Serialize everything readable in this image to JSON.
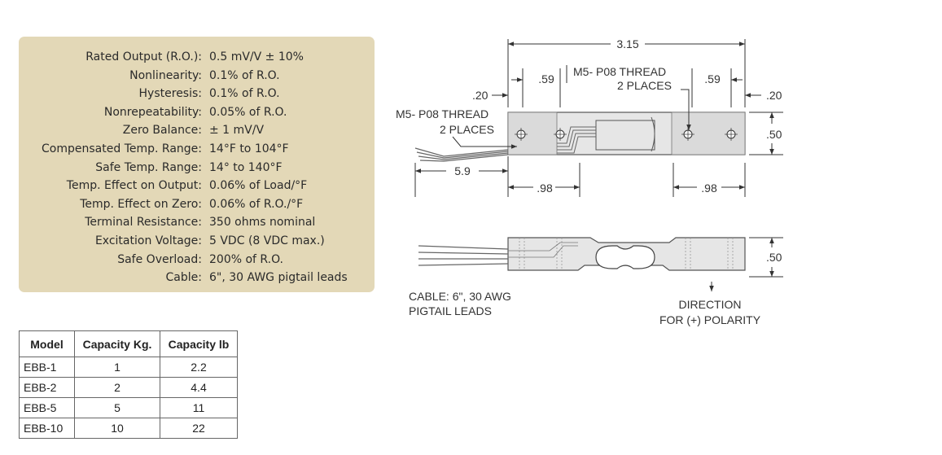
{
  "specs": [
    {
      "label": "Rated Output (R.O.):",
      "value": "0.5 mV/V ± 10%"
    },
    {
      "label": "Nonlinearity:",
      "value": "0.1% of R.O."
    },
    {
      "label": "Hysteresis:",
      "value": "0.1% of R.O."
    },
    {
      "label": "Nonrepeatability:",
      "value": "0.05% of R.O."
    },
    {
      "label": "Zero Balance:",
      "value": "± 1 mV/V"
    },
    {
      "label": "Compensated Temp. Range:",
      "value": "14°F to 104°F"
    },
    {
      "label": "Safe Temp. Range:",
      "value": "14° to 140°F"
    },
    {
      "label": "Temp. Effect on Output:",
      "value": "0.06% of Load/°F"
    },
    {
      "label": "Temp. Effect on Zero:",
      "value": "0.06% of R.O./°F"
    },
    {
      "label": "Terminal Resistance:",
      "value": "350 ohms nominal"
    },
    {
      "label": "Excitation Voltage:",
      "value": "5 VDC (8 VDC max.)"
    },
    {
      "label": "Safe Overload:",
      "value": "200% of R.O."
    },
    {
      "label": "Cable:",
      "value": "6\", 30 AWG pigtail leads"
    }
  ],
  "models": {
    "headers": [
      "Model",
      "Capacity Kg.",
      "Capacity lb"
    ],
    "rows": [
      [
        "EBB-1",
        "1",
        "2.2"
      ],
      [
        "EBB-2",
        "2",
        "4.4"
      ],
      [
        "EBB-5",
        "5",
        "11"
      ],
      [
        "EBB-10",
        "10",
        "22"
      ]
    ]
  },
  "drawing": {
    "dim_length": "3.15",
    "dim_hole_left": ".59",
    "dim_hole_right": ".59",
    "dim_end_left": ".20",
    "dim_end_right": ".20",
    "dim_height_top": ".50",
    "dim_height_side": ".50",
    "dim_cable": "5.9",
    "dim_pitch_left": ".98",
    "dim_pitch_right": ".98",
    "thread_top_line1": "M5- P08 THREAD",
    "thread_top_line2": "2 PLACES",
    "thread_left_line1": "M5- P08 THREAD",
    "thread_left_line2": "2 PLACES",
    "cable_line1": "CABLE:  6\", 30 AWG",
    "cable_line2": "PIGTAIL LEADS",
    "direction_line1": "DIRECTION",
    "direction_line2": "FOR (+) POLARITY"
  }
}
